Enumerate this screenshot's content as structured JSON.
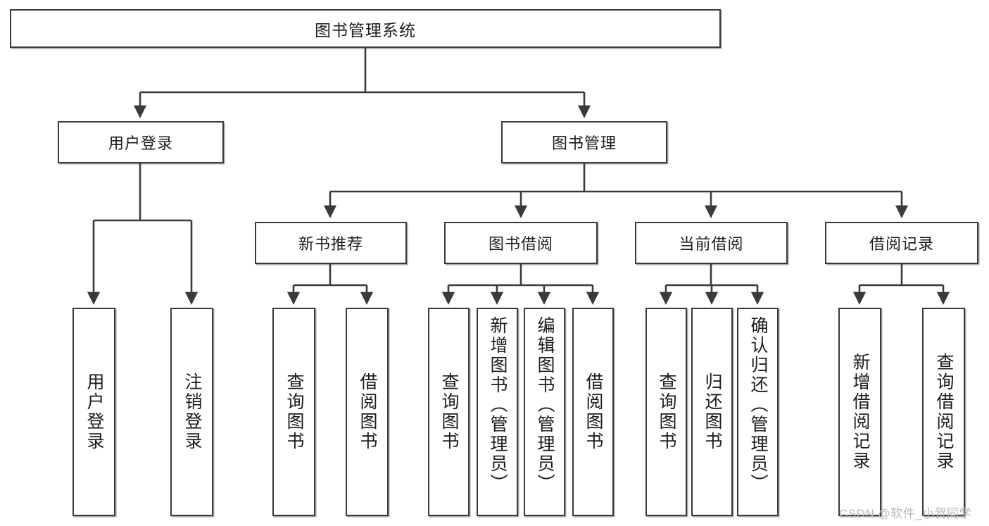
{
  "diagram": {
    "type": "hierarchy-tree",
    "title": "图书管理系统",
    "watermark": "CSDN @软件_小贺同学",
    "colors": {
      "stroke": "#3a3a3a",
      "fill": "#ffffff",
      "text": "#1c1c1c",
      "watermark": "#b9b9b9"
    },
    "nodes": {
      "root": {
        "label": "图书管理系统"
      },
      "level2": [
        {
          "id": "user-login",
          "label": "用户登录"
        },
        {
          "id": "book-manage",
          "label": "图书管理"
        }
      ],
      "level3": [
        {
          "id": "new-book-rec",
          "label": "新书推荐"
        },
        {
          "id": "book-borrow",
          "label": "图书借阅"
        },
        {
          "id": "current-borrow",
          "label": "当前借阅"
        },
        {
          "id": "borrow-record",
          "label": "借阅记录"
        }
      ],
      "leaves": {
        "user-login": [
          {
            "id": "leaf-user-login",
            "label": "用户登录"
          },
          {
            "id": "leaf-logout",
            "label": "注销登录"
          }
        ],
        "new-book-rec": [
          {
            "id": "leaf-query-book-1",
            "label": "查询图书"
          },
          {
            "id": "leaf-borrow-book-1",
            "label": "借阅图书"
          }
        ],
        "book-borrow": [
          {
            "id": "leaf-query-book-2",
            "label": "查询图书"
          },
          {
            "id": "leaf-add-book",
            "label": "新增图书（管理员）"
          },
          {
            "id": "leaf-edit-book",
            "label": "编辑图书（管理员）"
          },
          {
            "id": "leaf-borrow-book-2",
            "label": "借阅图书"
          }
        ],
        "current-borrow": [
          {
            "id": "leaf-query-book-3",
            "label": "查询图书"
          },
          {
            "id": "leaf-return-book",
            "label": "归还图书"
          },
          {
            "id": "leaf-confirm-return",
            "label": "确认归还（管理员）"
          }
        ],
        "borrow-record": [
          {
            "id": "leaf-add-record",
            "label": "新增借阅记录"
          },
          {
            "id": "leaf-query-record",
            "label": "查询借阅记录"
          }
        ]
      }
    }
  }
}
